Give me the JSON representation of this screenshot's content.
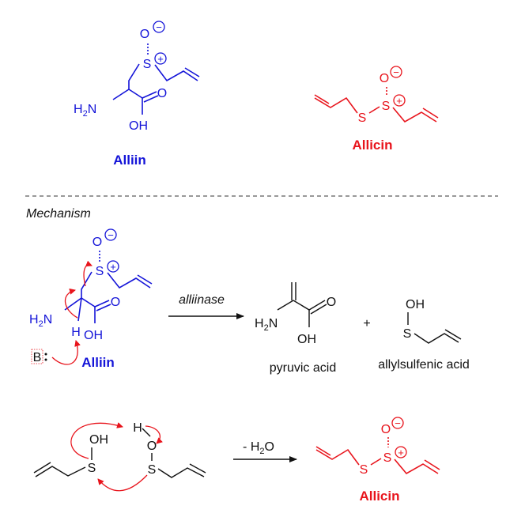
{
  "top": {
    "alliin_label": "Alliin",
    "allicin_label": "Allicin"
  },
  "mechanism": {
    "heading": "Mechanism",
    "alliin_label": "Alliin",
    "base_label": "B",
    "enzyme": "alliinase",
    "plus": "+",
    "product1_name": "pyruvic acid",
    "product2_name": "allylsulfenic acid",
    "condensation_reagent": "- H",
    "condensation_reagent_sub": "2",
    "condensation_reagent_tail": "O",
    "allicin_label": "Allicin"
  },
  "atoms": {
    "O": "O",
    "S": "S",
    "OH": "OH",
    "H": "H",
    "H2N_H": "H",
    "H2N_2": "2",
    "H2N_N": "N",
    "minus": "−",
    "plus": "+"
  },
  "colors": {
    "alliin": "#1414d8",
    "allicin": "#e8141c",
    "arrow": "#e8141c",
    "text": "#111111"
  }
}
